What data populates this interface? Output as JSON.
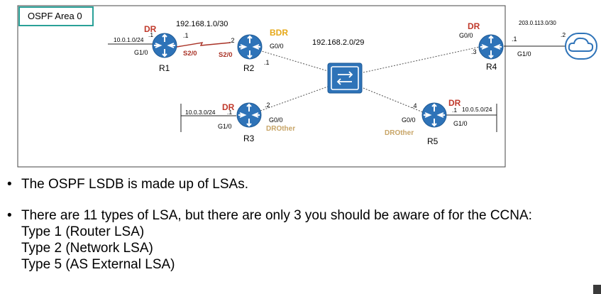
{
  "area_label": "OSPF Area 0",
  "routers": {
    "r1": {
      "name": "R1",
      "role": "DR",
      "lan_subnet": "10.0.1.0/24",
      "lan_host": ".1",
      "lan_intf": "G1/0",
      "wan_host": ".1",
      "wan_intf": "S2/0"
    },
    "r2": {
      "name": "R2",
      "role": "BDR",
      "wan_host": ".2",
      "wan_intf": "S2/0",
      "lan_intf": "G0/0",
      "lan_host": ".1"
    },
    "r3": {
      "name": "R3",
      "role": "DR",
      "lan_subnet": "10.0.3.0/24",
      "lan_host": ".1",
      "lan_intf": "G1/0",
      "g0_intf": "G0/0",
      "g0_host": ".2",
      "g0_role": "DROther"
    },
    "r4": {
      "name": "R4",
      "role": "DR",
      "g0_intf": "G0/0",
      "g0_host": ".3",
      "ext_host": ".1",
      "ext_intf": "G1/0"
    },
    "r5": {
      "name": "R5",
      "role": "DR",
      "g0_host": ".4",
      "g0_intf": "G0/0",
      "g0_role": "DROther",
      "lan_host": ".1",
      "lan_subnet": "10.0.5.0/24",
      "lan_intf": "G1/0"
    }
  },
  "links": {
    "serial_subnet": "192.168.1.0/30",
    "lan_subnet": "192.168.2.0/29",
    "external_subnet": "203.0.113.0/30",
    "internet_host": ".2"
  },
  "bullets": [
    {
      "text": "The OSPF LSDB is made up of LSAs.",
      "sub": []
    },
    {
      "text": "There are 11 types of LSA, but there are only 3 you should be aware of for the CCNA:",
      "sub": [
        "Type 1 (Router LSA)",
        "Type 2 (Network LSA)",
        "Type 5 (AS External LSA)"
      ]
    }
  ],
  "colors": {
    "area_border": "#2aa198",
    "router_fill": "#2e73b8",
    "role_dr": "#c0392b",
    "role_bdr": "#e6a817",
    "role_drother": "#c8a567",
    "serial_label": "#a93226",
    "serial_line": "#a93226"
  },
  "icons": {
    "router": "router-icon",
    "switch": "switch-icon",
    "cloud": "cloud-icon",
    "bullet": "•"
  }
}
